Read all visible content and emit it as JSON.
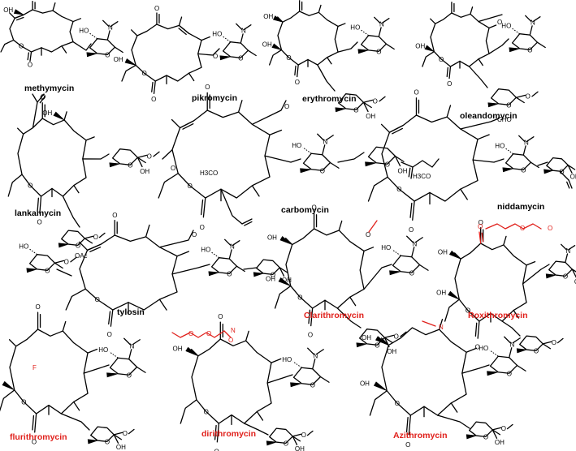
{
  "colors": {
    "black": "#000000",
    "red": "#e0201b"
  },
  "compounds": [
    {
      "name": "methymycin",
      "color": "#000000"
    },
    {
      "name": "pikromycin",
      "color": "#000000"
    },
    {
      "name": "erythromycin",
      "color": "#000000"
    },
    {
      "name": "oleandomycin",
      "color": "#000000"
    },
    {
      "name": "lankamycin",
      "color": "#000000"
    },
    {
      "name": "carbomycin",
      "color": "#000000"
    },
    {
      "name": "niddamycin",
      "color": "#000000"
    },
    {
      "name": "tylosin",
      "color": "#000000"
    },
    {
      "name": "Clarithromycin",
      "color": "#e0201b"
    },
    {
      "name": "Roxithromycin",
      "color": "#e0201b"
    },
    {
      "name": "flurithromycin",
      "color": "#e0201b"
    },
    {
      "name": "dirithromycin",
      "color": "#e0201b"
    },
    {
      "name": "Azithromycin",
      "color": "#e0201b"
    }
  ],
  "groups": {
    "oh": "OH",
    "ho": "HO",
    "o": "O",
    "n": "N",
    "oac": "OAc",
    "h3co": "H3CO",
    "cho": "CHO",
    "f": "F"
  }
}
